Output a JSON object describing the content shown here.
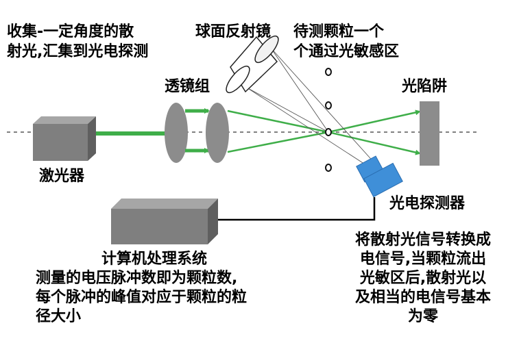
{
  "labels": {
    "collect_line1": "收集-一定角度的散",
    "collect_line2": "射光,汇集到光电探测",
    "mirror": "球面反射镜",
    "particle_line1": "待测颗粒一个",
    "particle_line2": "个通过光敏感区",
    "lens_group": "透镜组",
    "light_trap": "光陷阱",
    "laser": "激光器",
    "photodetector": "光电探测器",
    "computer": "计算机处理系统",
    "measure_line1": "测量的电压脉冲数即为颗粒数,",
    "measure_line2": "每个脉冲的峰值对应于颗粒的粒",
    "measure_line3": "径大小",
    "convert_line1": "将散射光信号转换成",
    "convert_line2": "电信号,当颗粒流出",
    "convert_line3": "光敏区后,散射光以",
    "convert_line4": "及相当的电信号基本",
    "convert_line5": "为零"
  },
  "colors": {
    "beam": "#3fae49",
    "box_face": "#7f7f7f",
    "box_top": "#a6a6a6",
    "box_side": "#5f5f5f",
    "lens": "#8c8c8c",
    "detector": "#3f8fd8"
  }
}
